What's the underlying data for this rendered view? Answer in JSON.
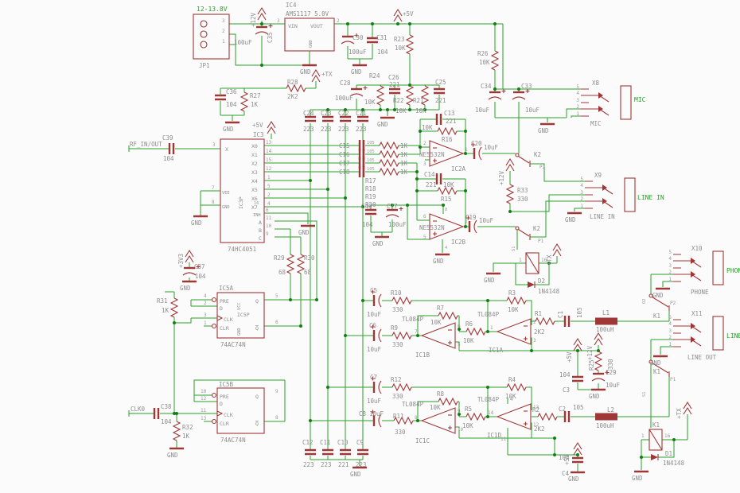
{
  "s": {
    "pw": {
      "p12": "+12V",
      "p5": "+5V",
      "p33": "+3V3",
      "ptx": "+TX",
      "gnd": "GND"
    },
    "net": {
      "vin": "12-13.8V",
      "rf": "RF_IN/OUT",
      "clk": "CLK0",
      "mic": "MIC",
      "lin": "LINE IN",
      "pho": "PHONE",
      "lout": "LINE OUT"
    },
    "conn": {
      "jp1": "JP1",
      "x8": "X8",
      "x9": "X9",
      "x10": "X10",
      "x11": "X11",
      "jp": [
        "3",
        "2",
        "1"
      ],
      "jk": [
        "5",
        "4",
        "3",
        "2",
        "1"
      ]
    },
    "rly": {
      "k1": "K1",
      "k2": "K2",
      "p1": "P1",
      "p2": "P2",
      "s1": "S1",
      "o2": "O2",
      "c1": "1",
      "c16": "16"
    },
    "ff": {
      "pre": "PRE",
      "d": "D",
      "clk": "CLK",
      "clr": "CLR",
      "q": "Q"
    },
    "ics": {
      "IC4": {
        "n": "IC4",
        "p": "AMS1117 5.0V",
        "vin": "VIN",
        "vout": "VOUT",
        "gnd": "GND",
        "pi": "3",
        "po": "2"
      },
      "IC3": {
        "n": "IC3",
        "p": "74HC4051",
        "inner": "IC3P",
        "lx": "X",
        "l0": "X0",
        "l1": "X1",
        "l2": "X2",
        "l3": "X3",
        "l4": "X4",
        "l5": "X5",
        "l6": "X6",
        "l7": "X7",
        "lv": "VEE",
        "lg": "GND",
        "li": "INH",
        "la": "A",
        "lb": "B",
        "lc": "C",
        "nx": "3",
        "n0": "13",
        "n1": "14",
        "n2": "15",
        "n3": "12",
        "n4": "1",
        "n5": "5",
        "n6": "2",
        "n7": "4",
        "nv": "7",
        "ng": "8",
        "n16": "16",
        "ni": "6",
        "na": "11",
        "nb": "10",
        "nc": "9"
      },
      "IC2A": {
        "n": "IC2A",
        "p": "NE5532N",
        "o": "1",
        "m": "2",
        "pl": "3"
      },
      "IC2B": {
        "n": "IC2B",
        "p": "NE5532N",
        "o": "7",
        "m": "6",
        "pl": "5",
        "vp": "8",
        "vm": "4"
      },
      "IC1A": {
        "n": "IC1A",
        "p": "TL084P",
        "o": "1",
        "m": "2",
        "pl": "3"
      },
      "IC1B": {
        "n": "IC1B",
        "p": "TL084P",
        "o": "7",
        "m": "6",
        "pl": "5"
      },
      "IC1C": {
        "n": "IC1C",
        "p": "TL084P",
        "o": "8",
        "m": "9",
        "pl": "10"
      },
      "IC1D": {
        "n": "IC1D",
        "p": "TL084P",
        "o": "14",
        "m": "13",
        "pl": "12",
        "vm": "11",
        "vp": "4"
      },
      "IC5A": {
        "n": "IC5A",
        "p": "74AC74N",
        "inner": "IC5P",
        "vcc": "VCC",
        "gnd": "GND"
      },
      "IC5B": {
        "n": "IC5B",
        "p": "74AC74N"
      },
      "f5a": {
        "pre": "4",
        "d": "2",
        "clk": "3",
        "clr": "1",
        "q": "5",
        "qb": "6"
      },
      "f5b": {
        "pre": "10",
        "d": "12",
        "clk": "11",
        "clr": "13",
        "q": "9",
        "qb": "8"
      }
    },
    "parts": {
      "C1": {
        "n": "C1",
        "v": "105"
      },
      "C2": {
        "n": "C2",
        "v": "105"
      },
      "C3": {
        "n": "C3",
        "v": "104"
      },
      "C4": {
        "n": "C4",
        "v": "104"
      },
      "C5": {
        "n": "C5",
        "v": "10uF"
      },
      "C6": {
        "n": "C6",
        "v": "10uF"
      },
      "C7": {
        "n": "C7",
        "v": "10uF"
      },
      "C8": {
        "n": "C8",
        "v": "10uF"
      },
      "C9": {
        "n": "C9",
        "v": "223"
      },
      "C10": {
        "n": "C10",
        "v": "221"
      },
      "C11": {
        "n": "C11",
        "v": "223"
      },
      "C12": {
        "n": "C12",
        "v": "223"
      },
      "C13": {
        "n": "C13",
        "v": "221"
      },
      "C14": {
        "n": "C14",
        "v": "221"
      },
      "C15": {
        "n": "C15",
        "v": "105"
      },
      "C16": {
        "n": "C16",
        "v": "105"
      },
      "C17": {
        "n": "C17",
        "v": "105"
      },
      "C18": {
        "n": "C18",
        "v": "105"
      },
      "C19": {
        "n": "C19",
        "v": "10uF"
      },
      "C20": {
        "n": "C20",
        "v": "10uF"
      },
      "C21": {
        "n": "C21",
        "v": "223"
      },
      "C22": {
        "n": "C22",
        "v": "223"
      },
      "C23": {
        "n": "C23",
        "v": "223"
      },
      "C24": {
        "n": "C24",
        "v": "223"
      },
      "C25": {
        "n": "C25",
        "v": "221"
      },
      "C26": {
        "n": "C26",
        "v": "221"
      },
      "C28": {
        "n": "C28",
        "v": "100uF"
      },
      "C29": {
        "n": "C29",
        "v": "10uF"
      },
      "C30": {
        "n": "C30",
        "v": "100uF"
      },
      "C31": {
        "n": "C31",
        "v": "104"
      },
      "C33": {
        "n": "C33",
        "v": "10uF"
      },
      "C34": {
        "n": "C34",
        "v": "10uF"
      },
      "C35": {
        "n": "C35",
        "v": "100uF"
      },
      "C36": {
        "n": "C36",
        "v": "104"
      },
      "C37": {
        "n": "C37",
        "v": "104"
      },
      "C38": {
        "n": "C38",
        "v": "104"
      },
      "C39": {
        "n": "C39",
        "v": "104"
      },
      "C40": {
        "n": "C40",
        "v": "104"
      },
      "C77": {
        "n": "C77",
        "v": "100uF"
      },
      "R1": {
        "n": "R1",
        "v": "2K2"
      },
      "R2": {
        "n": "R2",
        "v": "2K2"
      },
      "R3": {
        "n": "R3",
        "v": "10K"
      },
      "R4": {
        "n": "R4",
        "v": "10K"
      },
      "R5": {
        "n": "R5",
        "v": "10K"
      },
      "R6": {
        "n": "R6",
        "v": "10K"
      },
      "R7": {
        "n": "R7",
        "v": "10K"
      },
      "R8": {
        "n": "R8",
        "v": "10K"
      },
      "R9": {
        "n": "R9",
        "v": "330"
      },
      "R10": {
        "n": "R10",
        "v": "330"
      },
      "R11": {
        "n": "R11",
        "v": "330"
      },
      "R12": {
        "n": "R12",
        "v": "330"
      },
      "R15": {
        "n": "R15",
        "v": "10K"
      },
      "R16": {
        "n": "R16",
        "v": "10K"
      },
      "R17": {
        "n": "R17",
        "v": "1K"
      },
      "R18": {
        "n": "R18",
        "v": "1K"
      },
      "R19": {
        "n": "R19",
        "v": "1K"
      },
      "R20": {
        "n": "R20",
        "v": "1K"
      },
      "R21": {
        "n": "R21",
        "v": "10K"
      },
      "R22": {
        "n": "R22",
        "v": "10K"
      },
      "R23": {
        "n": "R23",
        "v": "10K"
      },
      "R24": {
        "n": "R24",
        "v": "10K"
      },
      "R25": {
        "n": "R25",
        "v": "330"
      },
      "R26": {
        "n": "R26",
        "v": "10K"
      },
      "R27": {
        "n": "R27",
        "v": "1K"
      },
      "R28": {
        "n": "R28",
        "v": "2K2"
      },
      "R29": {
        "n": "R29",
        "v": "68"
      },
      "R30": {
        "n": "R30",
        "v": "68"
      },
      "R31": {
        "n": "R31",
        "v": "1K"
      },
      "R32": {
        "n": "R32",
        "v": "1K"
      },
      "R33": {
        "n": "R33",
        "v": "330"
      },
      "L1": {
        "n": "L1",
        "v": "100uH"
      },
      "L2": {
        "n": "L2",
        "v": "100uH"
      },
      "D1": {
        "n": "D1",
        "v": "1N4148"
      },
      "D2": {
        "n": "D2",
        "v": "1N4148"
      }
    }
  }
}
